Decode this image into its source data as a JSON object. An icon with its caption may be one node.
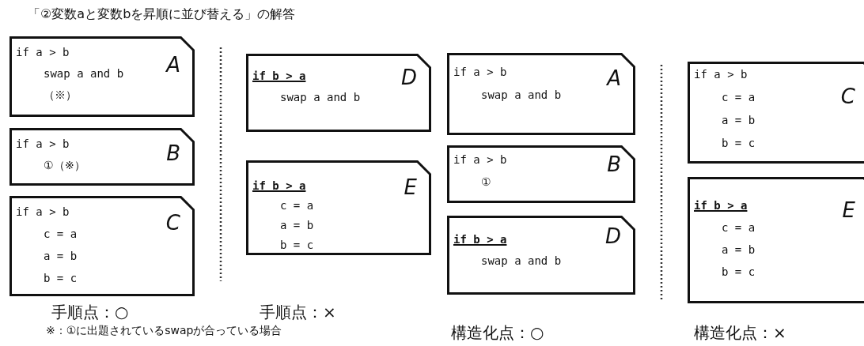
{
  "diagram": {
    "title": "「②変数aと変数bを昇順に並び替える」の解答",
    "nodes": [
      {
        "text": [
          "if a > b",
          "swap a and b",
          "（※）",
          "A"
        ]
      },
      {
        "text": [
          "if a > b",
          "①（※）",
          "B"
        ]
      },
      {
        "text": [
          "if a > b",
          "c = a",
          "a = b",
          "b = c",
          "C"
        ]
      },
      {
        "text": [
          "**if b > a**",
          "swap a and b",
          "D"
        ]
      },
      {
        "text": [
          "**if b > a**",
          "c = a",
          "a = b",
          "b = c",
          "E"
        ]
      },
      {
        "text": [
          "if a > b",
          "swap a and b",
          "A"
        ]
      },
      {
        "text": [
          "if a > b",
          "①",
          "B"
        ]
      },
      {
        "text": [
          "**if b > a**",
          "swap a and b",
          "D"
        ]
      },
      {
        "text": [
          "if a > b",
          "c = a",
          "a = b",
          "b = c",
          "C"
        ]
      },
      {
        "text": [
          "**if b > a**",
          "c = a",
          "a = b",
          "b = c",
          "E"
        ]
      }
    ],
    "labels": [
      "手順点：○",
      "手順点：×",
      "※：①に出題されているswapが合っている場合",
      "構造化点：○",
      "構造化点：×"
    ]
  }
}
